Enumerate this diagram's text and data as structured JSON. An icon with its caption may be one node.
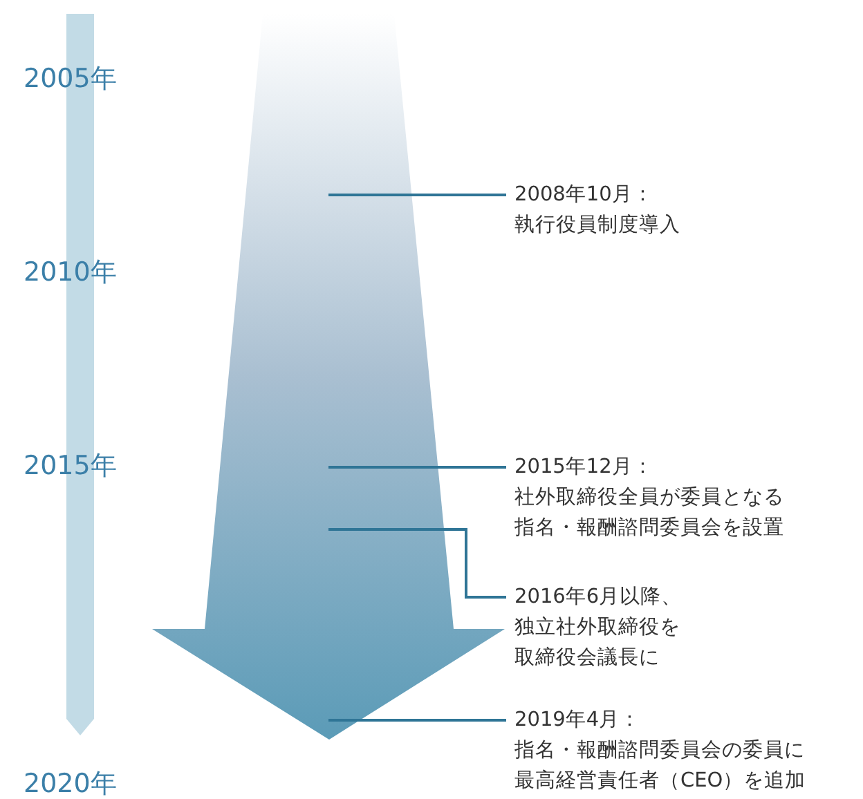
{
  "diagram": {
    "nodes": [
      {
        "text": [],
        "shape": "arrow"
      },
      {
        "text": [
          "2008年10月：",
          "執行役員制度導入"
        ]
      },
      {
        "text": [
          "2015年12月：",
          "社外取締役全員が委員となる指名・報酬諮問委員会を設置"
        ]
      },
      {
        "text": [
          "2016年6月以降、",
          "独立社外取締役を取締役会議長に"
        ]
      },
      {
        "text": [
          "2019年4月：",
          "指名・報酬諮問委員会の委員に最高経営責任者（CEO）を追加"
        ]
      },
      {
        "text": [],
        "shape": "bar"
      }
    ],
    "edges": [
      {
        "from": 1,
        "to": 0,
        "arrow": "none"
      },
      {
        "from": 2,
        "to": 0,
        "arrow": "none"
      },
      {
        "from": 3,
        "to": 0,
        "arrow": "none"
      },
      {
        "from": 4,
        "to": 0,
        "arrow": "none"
      }
    ],
    "labels": [
      "2005年",
      "2010年",
      "2015年",
      "2020年"
    ]
  }
}
